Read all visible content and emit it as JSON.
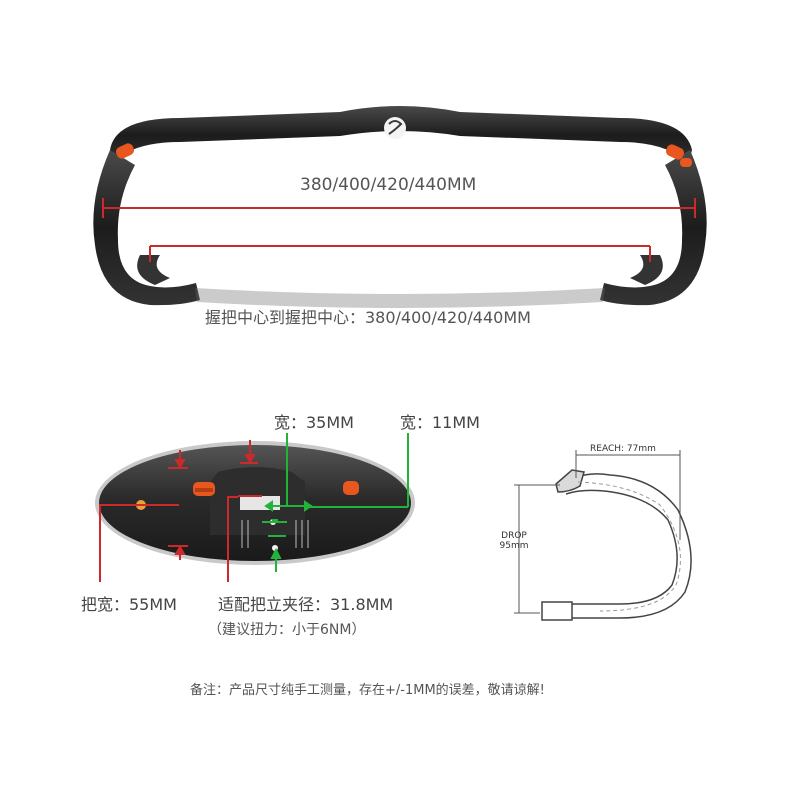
{
  "top": {
    "width_label": "380/400/420/440MM",
    "center_to_center_label": "握把中心到握把中心：380/400/420/440MM"
  },
  "clamp": {
    "width_35": "宽：35MM",
    "width_11": "宽：11MM",
    "grip_width": "把宽：55MM",
    "clamp_diameter": "适配把立夹径：31.8MM",
    "torque": "（建议扭力：小于6NM）"
  },
  "profile": {
    "reach_label": "REACH:",
    "reach_value": "77",
    "reach_unit": "mm",
    "drop_label": "DROP",
    "drop_value": "95",
    "drop_unit": "mm"
  },
  "note": "备注：产品尺寸纯手工测量，存在+/-1MM的误差，敬请谅解!",
  "colors": {
    "dimension_red": "#cc2a2a",
    "dimension_green": "#22b33a",
    "accent_orange": "#e8571f",
    "carbon": "#2a2a2a"
  }
}
